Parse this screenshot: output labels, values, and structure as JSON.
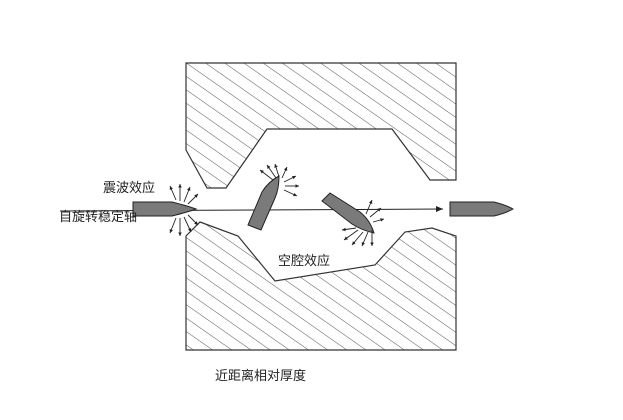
{
  "labels": {
    "shock_wave_effect": "震波效应",
    "spin_stabilized_axis": "自旋转稳定轴",
    "cavity_effect": "空腔效应",
    "caption": "近距离相对厚度"
  },
  "colors": {
    "stroke": "#333333",
    "hatch": "#444444",
    "projectile_fill": "#7a7a7a",
    "background": "#ffffff"
  }
}
